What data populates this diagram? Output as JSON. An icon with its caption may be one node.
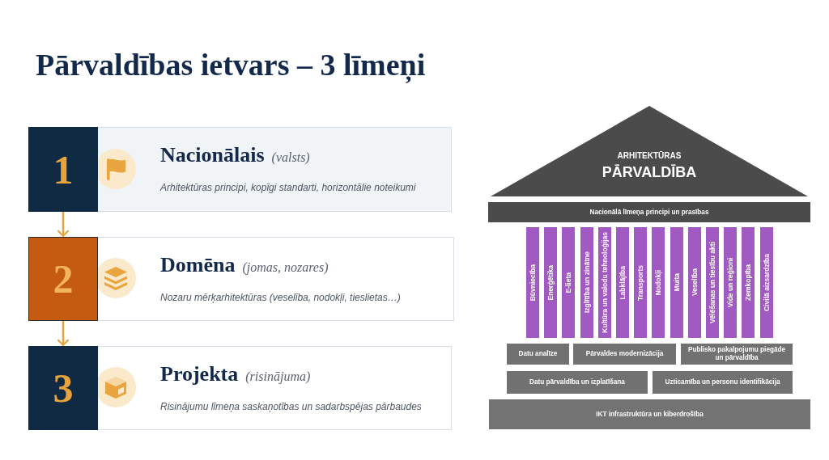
{
  "diagram": {
    "title": "Pārvaldības ietvars – 3 līmeņi",
    "nodes": [
      {
        "text": [
          "Nacionālais",
          "(valsts)",
          "Arhitektūras principi, kopīgi standarti, horizontālie noteikumi"
        ]
      },
      {
        "text": [
          "1"
        ],
        "in": 0
      },
      {
        "text": [
          "Domēna",
          "(jomas, nozares)",
          "Nozaru mērķarhitektūras (veselība, nodokļi, tieslietas…)"
        ]
      },
      {
        "text": [
          "2"
        ],
        "in": 2
      },
      {
        "text": [
          "Projekta",
          "(risinājuma)",
          "Risinājumu līmeņa saskaņotības un sadarbspējas pārbaudes"
        ]
      },
      {
        "text": [
          "3"
        ],
        "in": 4
      },
      {
        "text": [
          "ARHITEKTŪRAS",
          "PĀRVALDĪBA"
        ]
      },
      {
        "text": [
          "Nacionālā līmeņa principi un prasības"
        ]
      },
      {
        "text": [
          "Būvniecība"
        ]
      },
      {
        "text": [
          "Enerģētika"
        ]
      },
      {
        "text": [
          "E-lieta"
        ]
      },
      {
        "text": [
          "Izglītība un zinātne"
        ]
      },
      {
        "text": [
          "Kultūra un valodu tehnoloģijas"
        ]
      },
      {
        "text": [
          "Labklājība"
        ]
      },
      {
        "text": [
          "Transports"
        ]
      },
      {
        "text": [
          "Nodokļi"
        ]
      },
      {
        "text": [
          "Muita"
        ]
      },
      {
        "text": [
          "Veselība"
        ]
      },
      {
        "text": [
          "Vēlēšanas un tiesību akti"
        ]
      },
      {
        "text": [
          "Vide un reģioni"
        ]
      },
      {
        "text": [
          "Zemkopība"
        ]
      },
      {
        "text": [
          "Civilā aizsardzība"
        ]
      },
      {
        "text": [
          "Datu analīze"
        ]
      },
      {
        "text": [
          "Pārvaldes modernizācija"
        ]
      },
      {
        "text": [
          "Publisko pakalpojumu piegāde un pārvaldība"
        ]
      },
      {
        "text": [
          "Datu pārvaldība un izplatīšana"
        ]
      },
      {
        "text": [
          "Uzticamība un personu identifikācija"
        ]
      },
      {
        "text": [
          "IKT infrastruktūra un kiberdrošība"
        ]
      }
    ],
    "edges": [
      {
        "from": 1,
        "to": 3,
        "arrow": "to"
      },
      {
        "from": 3,
        "to": 5,
        "arrow": "to"
      }
    ]
  }
}
